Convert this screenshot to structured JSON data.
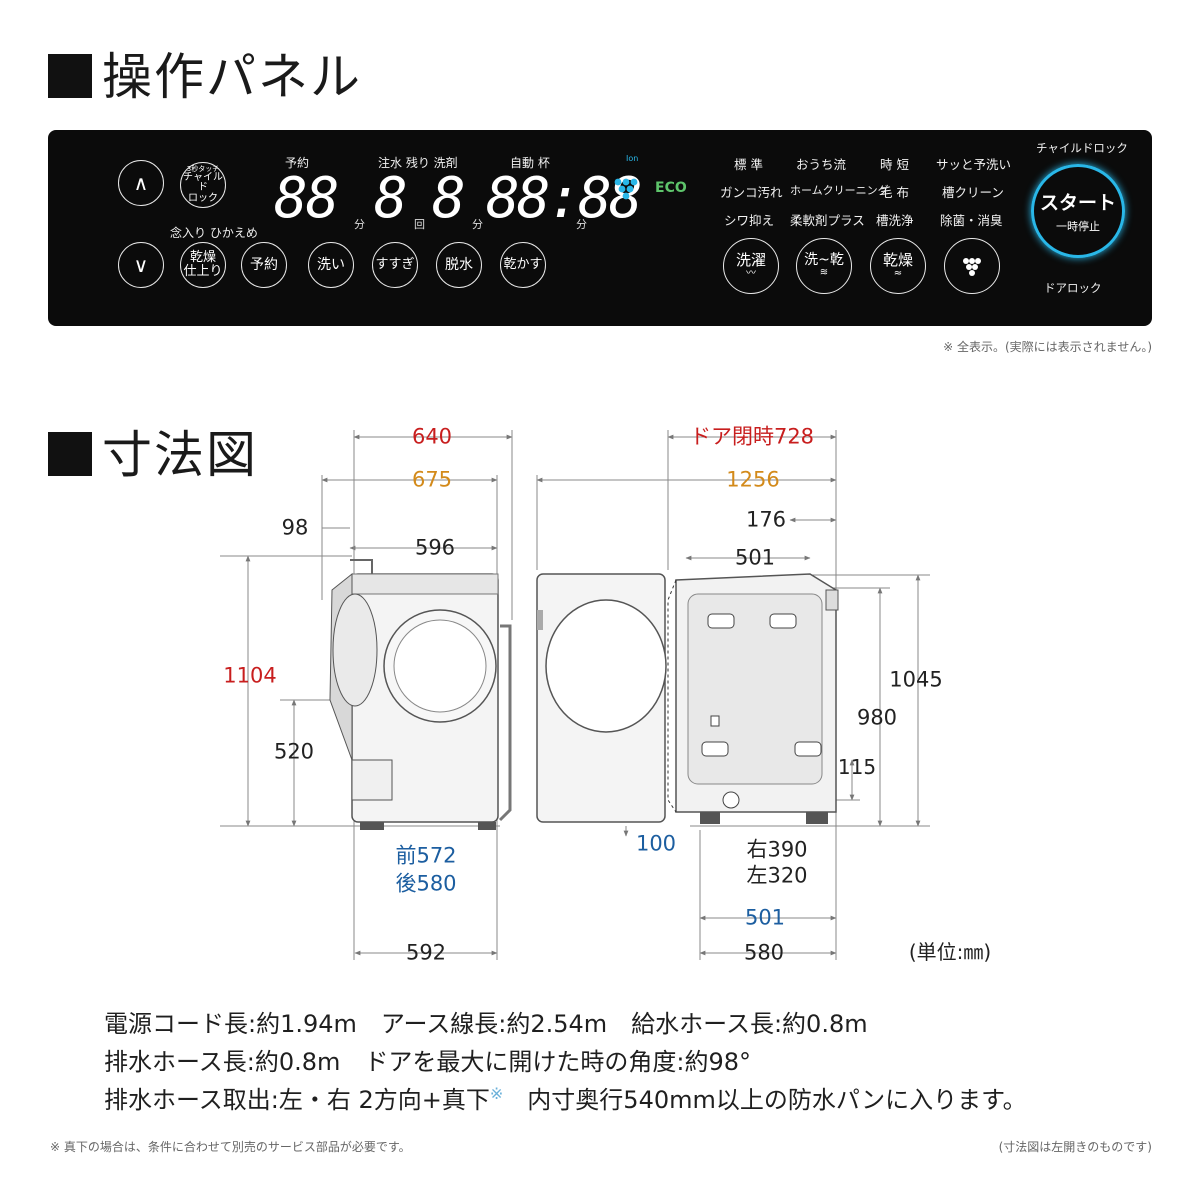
{
  "sections": {
    "panel_title": "操作パネル",
    "dims_title": "寸法図"
  },
  "panel": {
    "up_arrow": "∧",
    "down_arrow": "∨",
    "child_lock_button": [
      "3秒タッチ",
      "チャイルド",
      "ロック"
    ],
    "label_nenri_hikaeme": "念入り ひかえめ",
    "dry_finish_button": [
      "乾燥",
      "仕上り"
    ],
    "buttons": [
      "予約",
      "洗い",
      "すすぎ",
      "脱水",
      "乾かす"
    ],
    "display_labels": {
      "yoyaku": "予約",
      "chusui_nokori_senzai": "注水 残り 洗剤",
      "jido_hai": "自動 杯"
    },
    "digits": {
      "group1": "88",
      "group2": "8",
      "group3": "8",
      "group4": "88:88"
    },
    "units": {
      "fun1": "分",
      "kai": "回",
      "fun2": "分",
      "fun3": "分"
    },
    "ion_label": "Ion",
    "eco_label": "ECO",
    "courses": [
      [
        "標 準",
        "おうち流",
        "時 短",
        "サッと予洗い"
      ],
      [
        "ガンコ汚れ",
        "ホームクリーニング",
        "毛 布",
        "槽クリーン"
      ],
      [
        "シワ抑え",
        "柔軟剤プラス",
        "槽洗浄",
        "除菌・消臭"
      ]
    ],
    "mode_buttons": [
      "洗濯",
      "洗~乾",
      "乾燥"
    ],
    "child_lock_label": "チャイルドロック",
    "start_label": "スタート",
    "pause_label": "一時停止",
    "door_lock_label": "ドアロック",
    "footnote": "※ 全表示。(実際には表示されません。)"
  },
  "dimensions": {
    "front": {
      "d640": "640",
      "d675": "675",
      "d98": "98",
      "d596": "596",
      "d1104": "1104",
      "d520": "520",
      "front572": "前572",
      "rear580": "後580",
      "d592": "592"
    },
    "side": {
      "door_open": "ドア閉時728",
      "d1256": "1256",
      "d176": "176",
      "d501_top": "501",
      "d1045": "1045",
      "d980": "980",
      "d115": "115",
      "d100": "100",
      "right390": "右390",
      "left320": "左320",
      "d501_bottom": "501",
      "d580": "580",
      "unit": "(単位:㎜)"
    },
    "colors": {
      "red": "#c81e1e",
      "orange": "#d38a1a",
      "blue": "#1c5ea0"
    }
  },
  "specs": {
    "line1": "電源コード長:約1.94m　アース線長:約2.54m　給水ホース長:約0.8m",
    "line2": "排水ホース長:約0.8m　ドアを最大に開けた時の角度:約98°",
    "line3a": "排水ホース取出:左・右 2方向+真下",
    "line3_mark": "※",
    "line3b": "　内寸奥行540mm以上の防水パンに入ります。"
  },
  "footnotes": {
    "left": "※ 真下の場合は、条件に合わせて別売のサービス部品が必要です。",
    "right": "(寸法図は左開きのものです)"
  }
}
